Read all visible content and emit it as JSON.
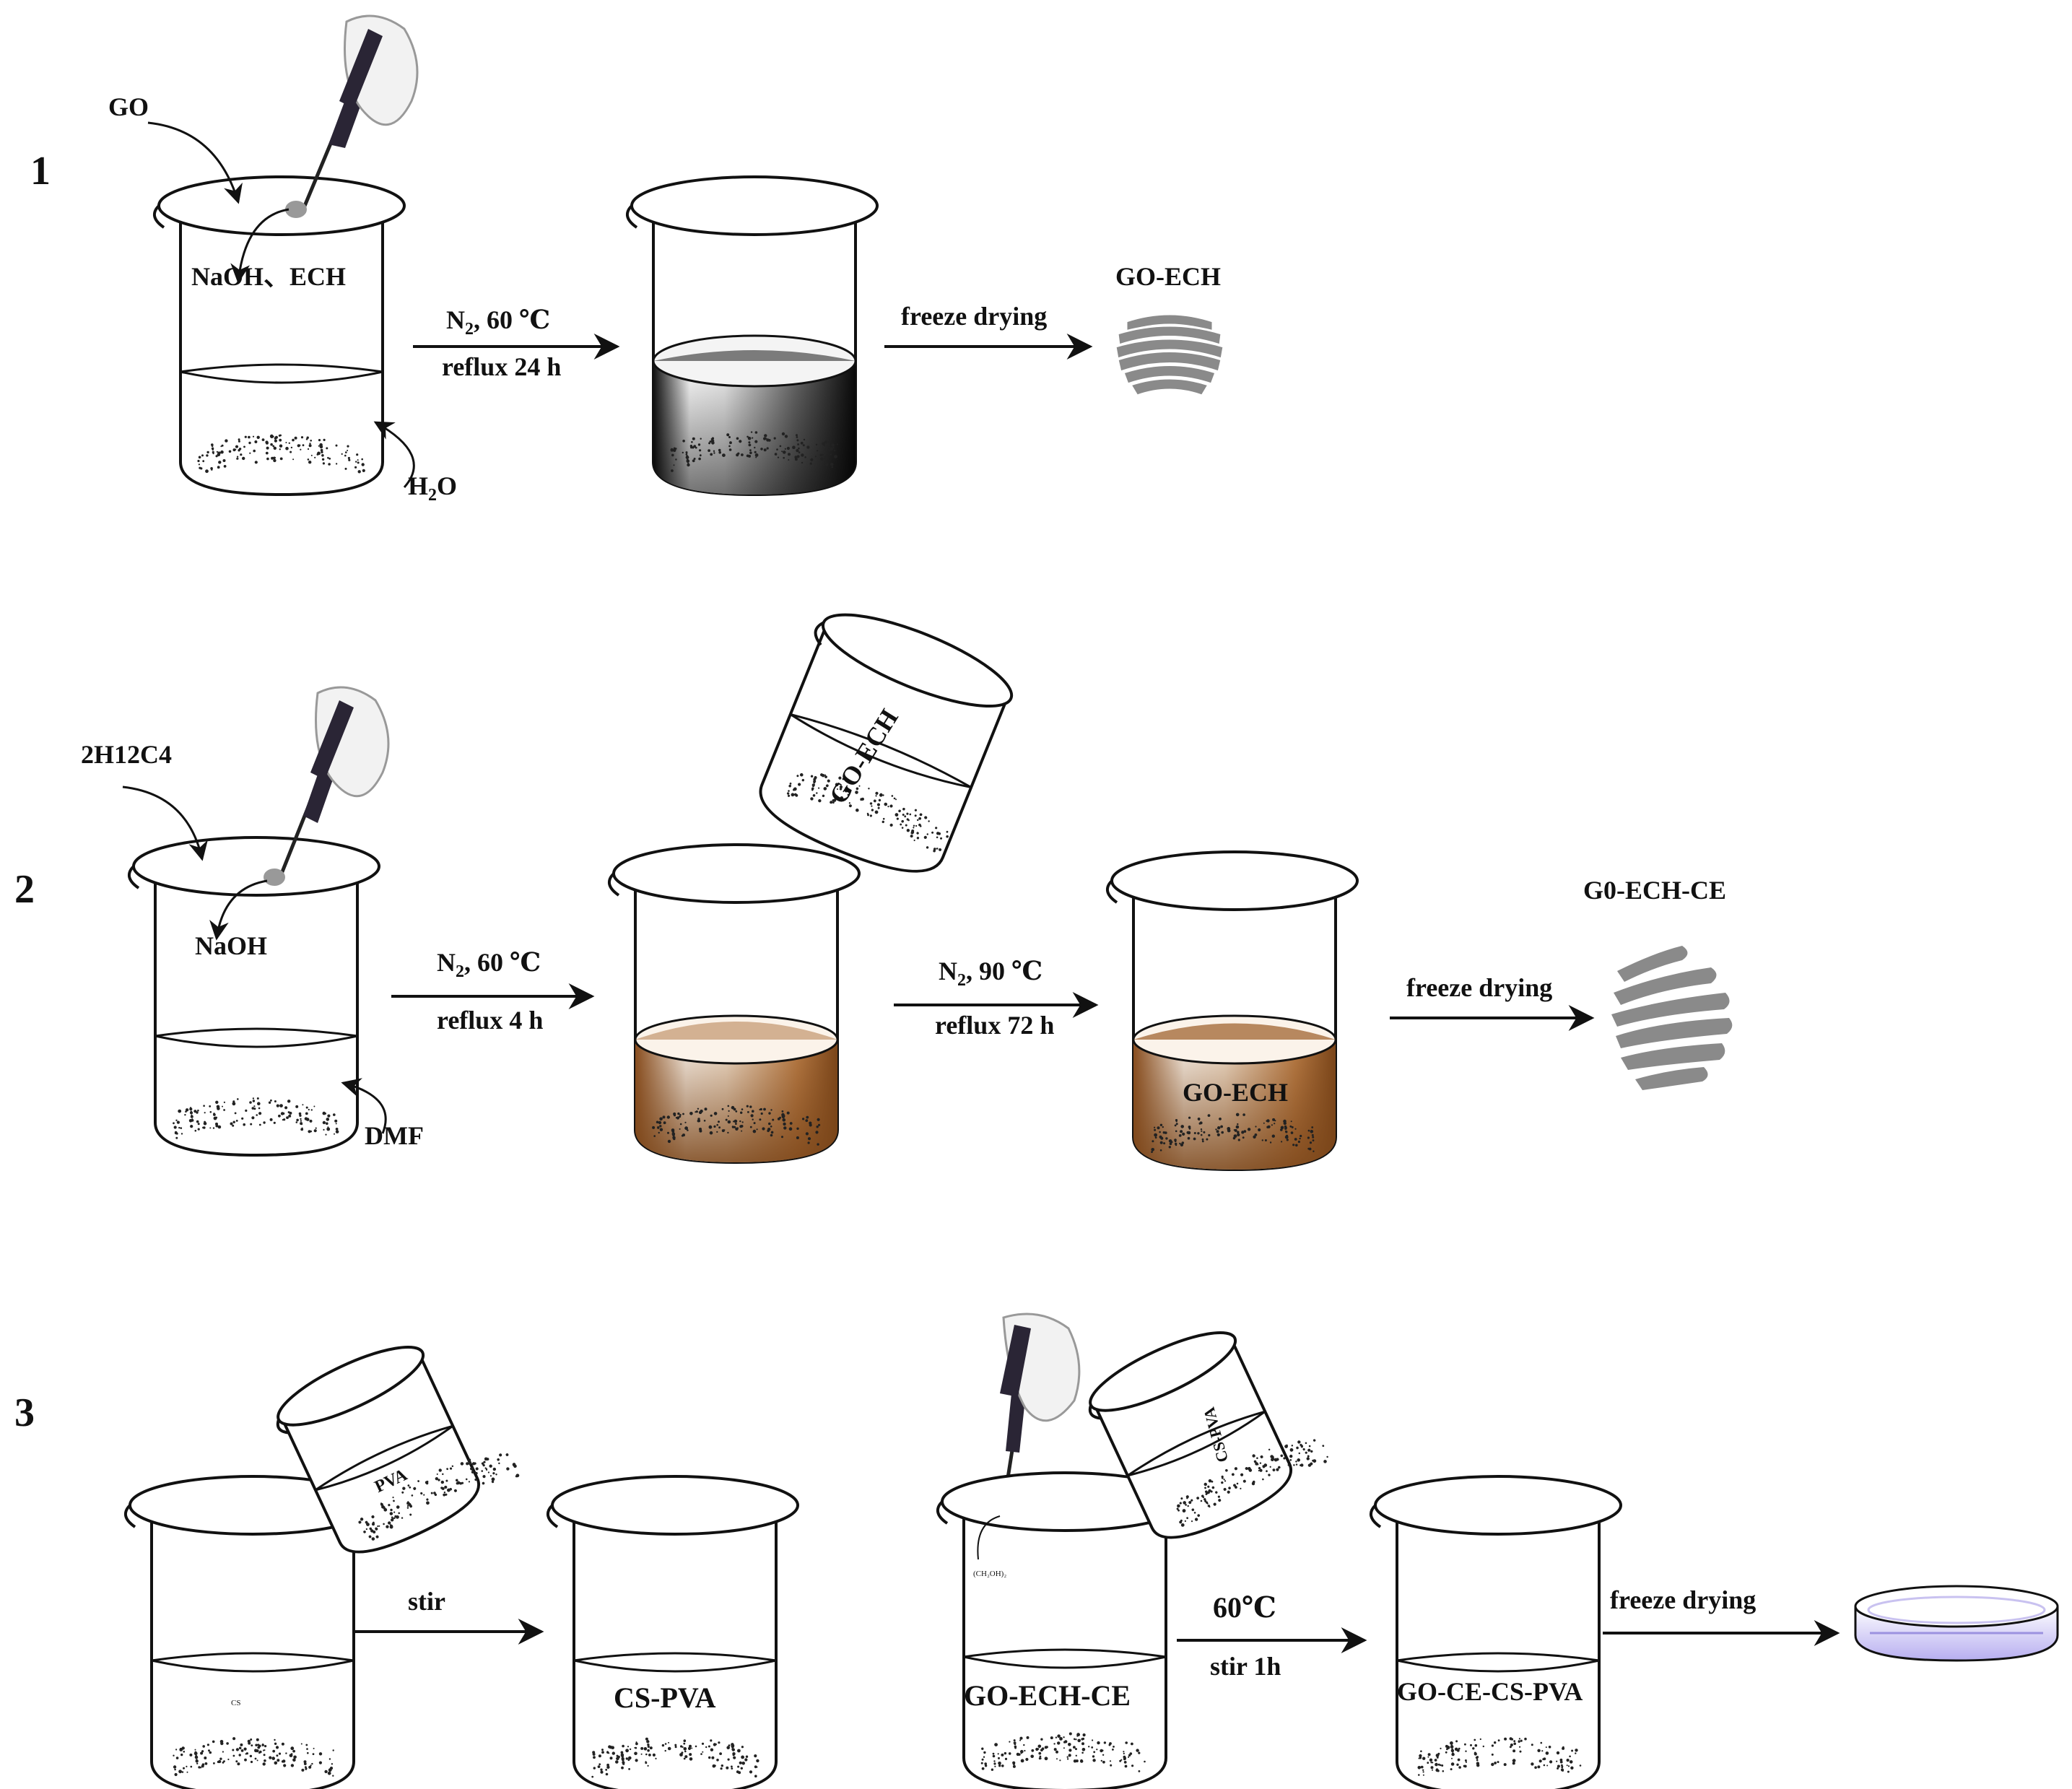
{
  "steps": [
    "1",
    "2",
    "3"
  ],
  "row1": {
    "go_label": "GO",
    "reagent_label": "NaOH、ECH",
    "water_label": "H",
    "water_sub": "2",
    "water_tail": "O",
    "arrow1_top": "N",
    "arrow1_top_sub": "2",
    "arrow1_top_tail": ", 60 ℃",
    "arrow1_bottom": "reflux 24 h",
    "arrow2_label": "freeze drying",
    "product_label": "GO-ECH"
  },
  "row2": {
    "crown_label": "2H12C4",
    "reagent_label": "NaOH",
    "solvent_label": "DMF",
    "arrow1_top": "N",
    "arrow1_top_sub": "2",
    "arrow1_top_tail": ", 60 ℃",
    "arrow1_bottom": "reflux 4 h",
    "pour_label": "GO-ECH",
    "arrow2_top": "N",
    "arrow2_top_sub": "2",
    "arrow2_top_tail": ", 90 ℃",
    "arrow2_bottom": "reflux 72 h",
    "beaker3_label": "GO-ECH",
    "arrow3_label": "freeze drying",
    "product_label": "G0-ECH-CE"
  },
  "row3": {
    "cs_label": "CS",
    "pva_label": "PVA",
    "arrow1_label": "stir",
    "mix_label": "CS-PVA",
    "glycol_label": "(CH₂OH)₂",
    "pour_label": "CS-PVA",
    "beaker3_label": "GO-ECH-CE",
    "arrow2_top": "60℃",
    "arrow2_bottom": "stir 1h",
    "beaker4_label": "GO-CE-CS-PVA",
    "arrow3_label": "freeze drying"
  },
  "colors": {
    "ink": "#111111",
    "dark_liquid": "#222222",
    "brown_liquid": "#b0703a",
    "glove": "#f2f2f2",
    "pipette": "#2a2535",
    "sheet_gray": "#8a8a8a",
    "dish_tint": "#c9c2f0"
  }
}
